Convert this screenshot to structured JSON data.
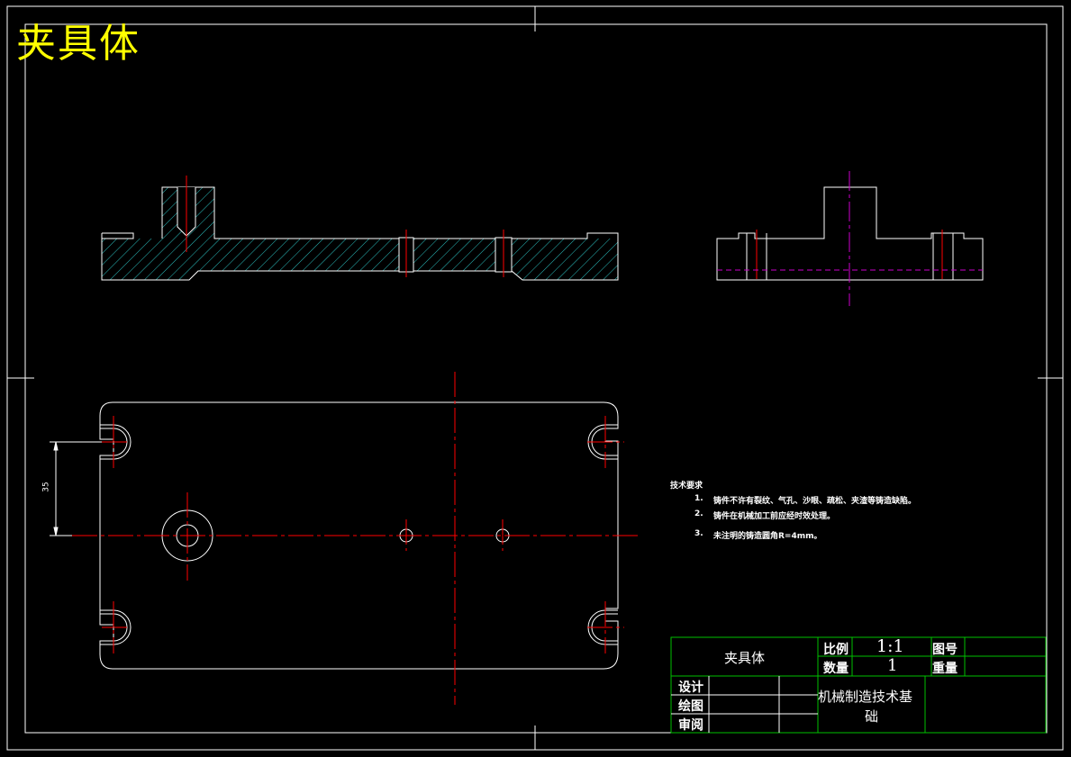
{
  "drawing_title": "夹具体",
  "dimension": {
    "value": "35"
  },
  "technical_requirements": {
    "heading": "技术要求",
    "items": [
      {
        "num": "1.",
        "text": "铸件不许有裂纹、气孔、沙眼、疏松、夹渣等铸造缺陷。"
      },
      {
        "num": "2.",
        "text": "铸件在机械加工前应经时效处理。"
      },
      {
        "num": "3.",
        "text": "未注明的铸造圆角R=4mm。"
      }
    ]
  },
  "title_block": {
    "part_name": "夹具体",
    "scale_label": "比例",
    "scale_value": "1:1",
    "drawing_no_label": "图号",
    "quantity_label": "数量",
    "quantity_value": "1",
    "weight_label": "重量",
    "design_label": "设计",
    "draw_label": "绘图",
    "review_label": "审阅",
    "course_line1": "机械制造技术基",
    "course_line2": "础"
  },
  "colors": {
    "outline": "#ffffff",
    "centerline": "#ff0000",
    "hatch": "#2bbfbf",
    "axis": "#cc00cc",
    "title": "#ffff00",
    "grid": "#00c000"
  }
}
